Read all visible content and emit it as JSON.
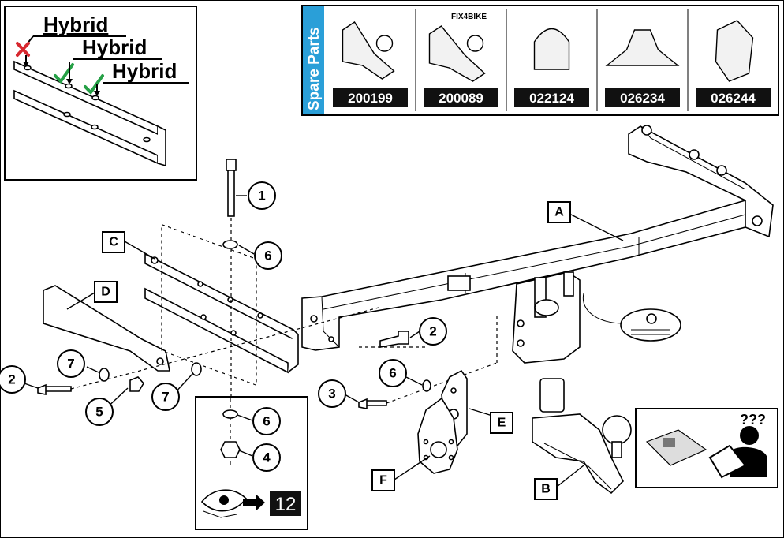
{
  "hybrid_box": {
    "labels": [
      "Hybrid",
      "Hybrid",
      "Hybrid"
    ],
    "status_colors": {
      "bad": "#d7282f",
      "good": "#26a046"
    }
  },
  "spare_parts": {
    "title": "Spare Parts",
    "accent": "#2a9fd8",
    "tiles": [
      {
        "code": "200199",
        "caption": ""
      },
      {
        "code": "200089",
        "caption": "FIX4BIKE"
      },
      {
        "code": "022124",
        "caption": ""
      },
      {
        "code": "026234",
        "caption": ""
      },
      {
        "code": "026244",
        "caption": ""
      }
    ]
  },
  "letters": {
    "A": "A",
    "B": "B",
    "C": "C",
    "D": "D",
    "E": "E",
    "F": "F"
  },
  "callouts": {
    "c1": "1",
    "c2a": "2",
    "c2b": "2",
    "c3": "3",
    "c4": "4",
    "c5": "5",
    "c6a": "6",
    "c6b": "6",
    "c6c": "6",
    "c7a": "7",
    "c7b": "7"
  },
  "torque_ref": {
    "page": "12"
  }
}
